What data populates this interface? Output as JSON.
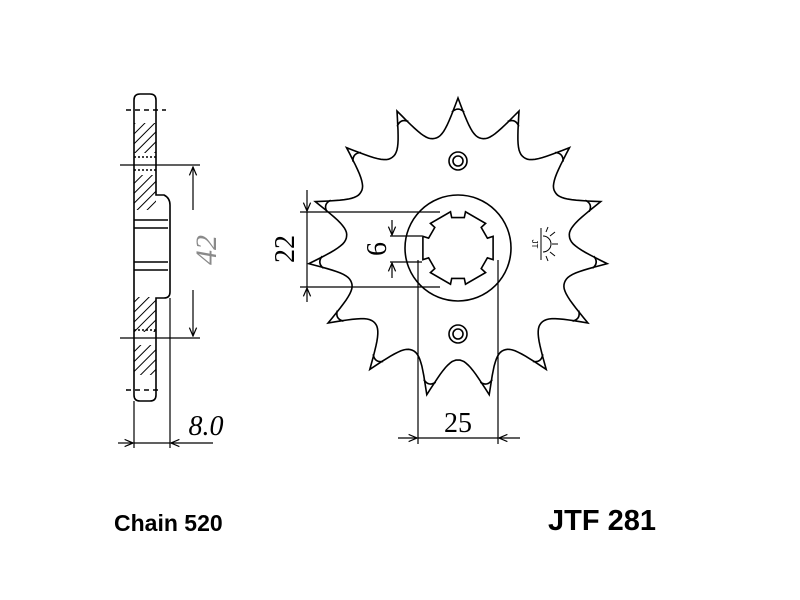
{
  "labels": {
    "chain": "Chain 520",
    "part_number": "JTF 281"
  },
  "dimensions": {
    "pitch_circle_diameter": "42",
    "thickness": "8.0",
    "bolt_spacing": "22",
    "spline_width": "6",
    "bore": "25"
  },
  "sprocket": {
    "teeth": 15
  },
  "logo_text": "JT",
  "colors": {
    "line": "#000000",
    "dim_gray": "#8a8a8a"
  }
}
